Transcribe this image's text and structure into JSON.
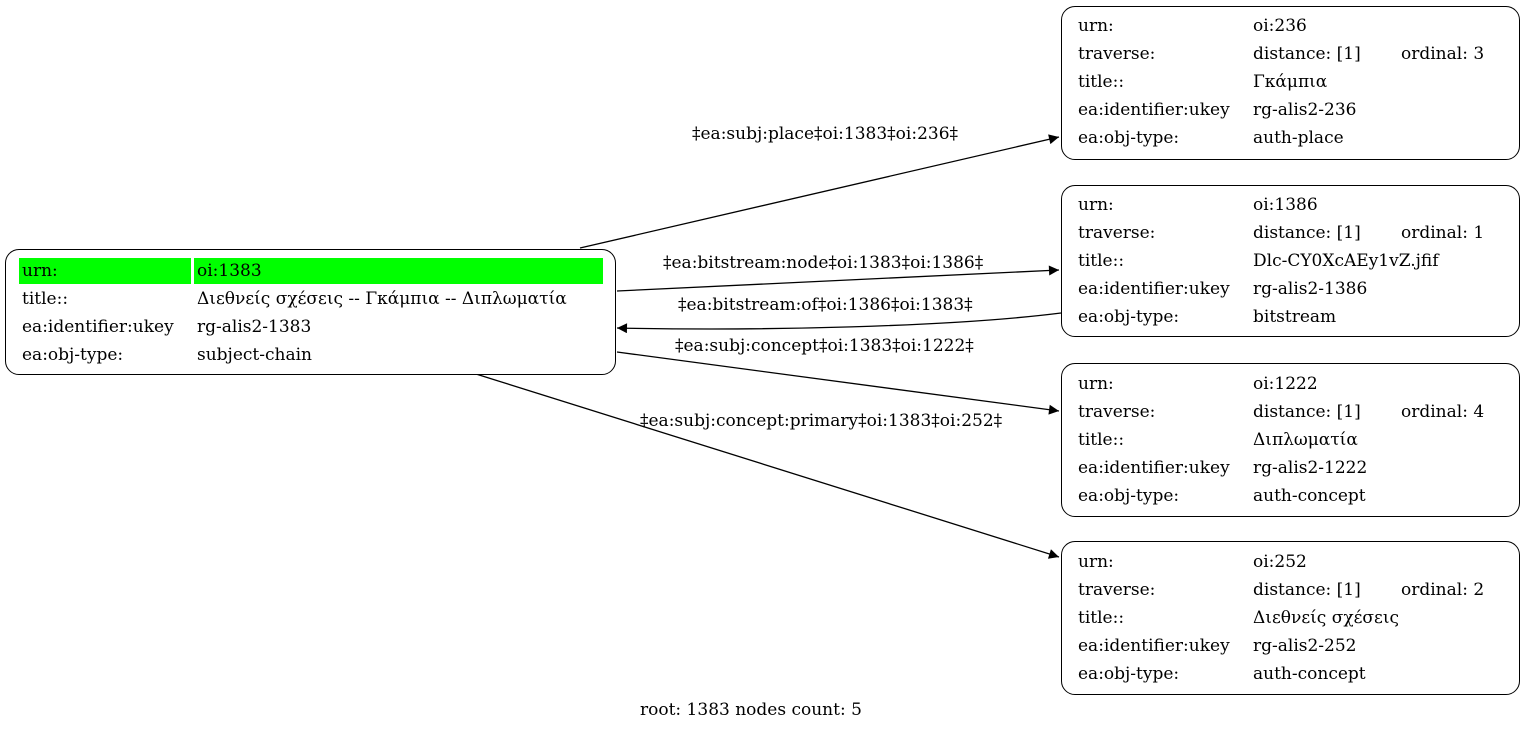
{
  "graph": {
    "caption": "root: 1383 nodes count: 5",
    "root": {
      "rows": [
        {
          "key": "urn:",
          "val": "oi:1383",
          "highlight": true
        },
        {
          "key": "title::",
          "val": "Διεθνείς σχέσεις -- Γκάμπια -- Διπλωματία"
        },
        {
          "key": "ea:identifier:ukey",
          "val": "rg-alis2-1383"
        },
        {
          "key": "ea:obj-type:",
          "val": "subject-chain"
        }
      ]
    },
    "nodes": [
      {
        "urn_key": "urn:",
        "urn": "oi:236",
        "traverse_key": "traverse:",
        "distance": "distance: [1]",
        "ordinal": "ordinal: 3",
        "title_key": "title::",
        "title": "Γκάμπια",
        "ukey_key": "ea:identifier:ukey",
        "ukey": "rg-alis2-236",
        "type_key": "ea:obj-type:",
        "type": "auth-place"
      },
      {
        "urn_key": "urn:",
        "urn": "oi:1386",
        "traverse_key": "traverse:",
        "distance": "distance: [1]",
        "ordinal": "ordinal: 1",
        "title_key": "title::",
        "title": "Dlc-CY0XcAEy1vZ.jfif",
        "ukey_key": "ea:identifier:ukey",
        "ukey": "rg-alis2-1386",
        "type_key": "ea:obj-type:",
        "type": "bitstream"
      },
      {
        "urn_key": "urn:",
        "urn": "oi:1222",
        "traverse_key": "traverse:",
        "distance": "distance: [1]",
        "ordinal": "ordinal: 4",
        "title_key": "title::",
        "title": "Διπλωματία",
        "ukey_key": "ea:identifier:ukey",
        "ukey": "rg-alis2-1222",
        "type_key": "ea:obj-type:",
        "type": "auth-concept"
      },
      {
        "urn_key": "urn:",
        "urn": "oi:252",
        "traverse_key": "traverse:",
        "distance": "distance: [1]",
        "ordinal": "ordinal: 2",
        "title_key": "title::",
        "title": "Διεθνείς σχέσεις",
        "ukey_key": "ea:identifier:ukey",
        "ukey": "rg-alis2-252",
        "type_key": "ea:obj-type:",
        "type": "auth-concept"
      }
    ],
    "edges": [
      {
        "label": "‡ea:subj:place‡oi:1383‡oi:236‡"
      },
      {
        "label": "‡ea:bitstream:node‡oi:1383‡oi:1386‡"
      },
      {
        "label": "‡ea:bitstream:of‡oi:1386‡oi:1383‡"
      },
      {
        "label": "‡ea:subj:concept‡oi:1383‡oi:1222‡"
      },
      {
        "label": "‡ea:subj:concept:primary‡oi:1383‡oi:252‡"
      }
    ]
  }
}
